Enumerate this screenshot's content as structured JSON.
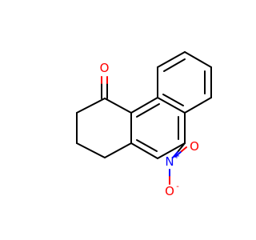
{
  "molecule": {
    "atoms": {
      "ketone_oxygen": {
        "symbol": "O",
        "color": "#ff0000"
      },
      "nitro_nitrogen": {
        "symbol": "N",
        "charge": "+",
        "color": "#0000ff"
      },
      "nitro_oxygen_double": {
        "symbol": "O",
        "color": "#ff0000"
      },
      "nitro_oxygen_single": {
        "symbol": "O",
        "charge": "-",
        "color": "#ff0000"
      }
    },
    "colors": {
      "bond": "#000000",
      "oxygen": "#ff0000",
      "nitrogen": "#0000ff",
      "background": "#ffffff"
    }
  }
}
